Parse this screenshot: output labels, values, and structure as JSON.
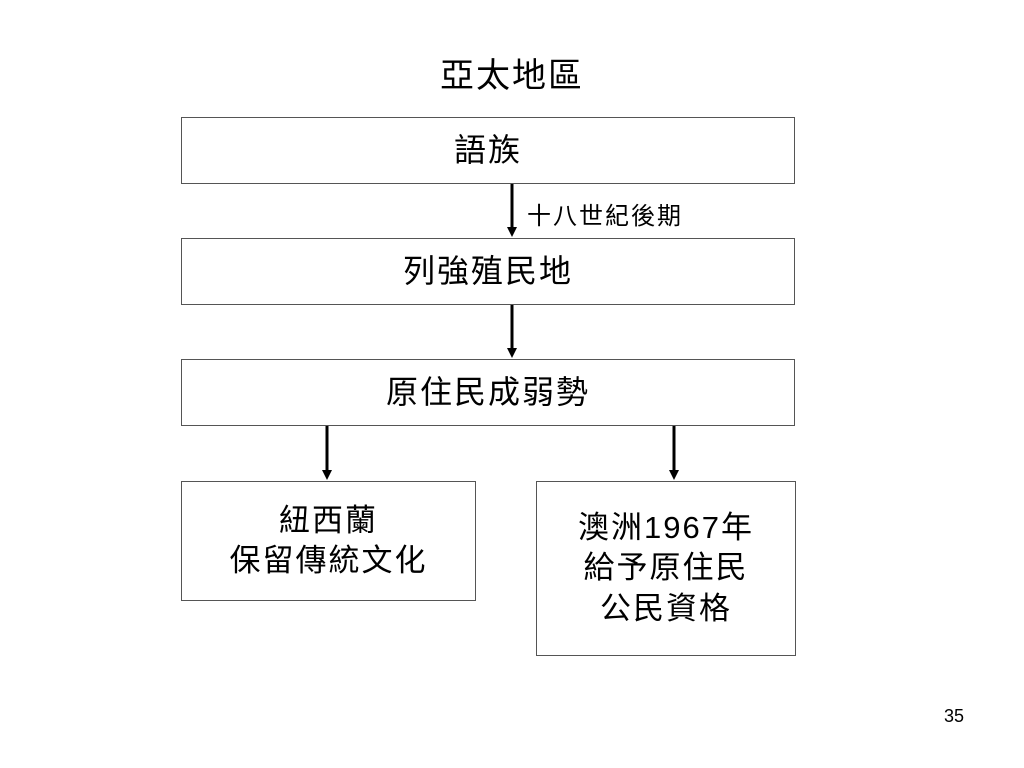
{
  "title": "亞太地區",
  "nodes": {
    "language": "語族",
    "colony": "列強殖民地",
    "indigenous": "原住民成弱勢",
    "new_zealand": {
      "line1": "紐西蘭",
      "line2": "保留傳統文化"
    },
    "australia": {
      "line1_prefix": "澳洲",
      "line1_year": "1967",
      "line1_suffix": "年",
      "line2": "給予原住民",
      "line3": "公民資格"
    }
  },
  "edges": {
    "language_to_colony_label": "十八世紀後期"
  },
  "page_number": "35"
}
